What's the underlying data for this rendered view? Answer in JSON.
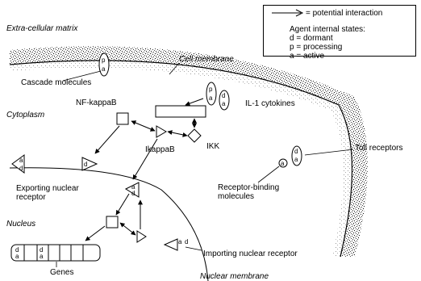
{
  "legend": {
    "interaction": "= potential interaction",
    "states_title": "Agent internal states:",
    "states": [
      "d = dormant",
      "p = processing",
      "a = active"
    ]
  },
  "regions": {
    "extracellular": "Extra-cellular matrix",
    "cytoplasm": "Cytoplasm",
    "nucleus": "Nucleus"
  },
  "labels": {
    "cell_membrane": "Cell membrane",
    "cascade_molecules": "Cascade molecules",
    "nf_kappab": "NF-kappaB",
    "il1": "IL-1 cytokines",
    "ikappab": "IkappaB",
    "ikk": "IKK",
    "toll": "Toll receptors",
    "exporting": [
      "Exporting nuclear",
      "receptor"
    ],
    "receptor_binding": [
      "Receptor-binding",
      "molecules"
    ],
    "importing": "Importing nuclear receptor",
    "genes": "Genes",
    "nuclear_membrane": "Nuclear membrane"
  },
  "states": {
    "d": "d",
    "p": "p",
    "a": "a"
  }
}
